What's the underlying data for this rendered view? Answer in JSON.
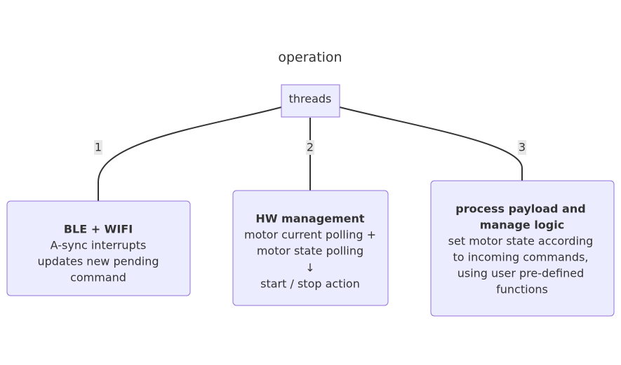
{
  "title": "operation",
  "root": {
    "label": "threads"
  },
  "edges": [
    {
      "label": "1"
    },
    {
      "label": "2"
    },
    {
      "label": "3"
    }
  ],
  "nodes": [
    {
      "heading": "BLE + WIFI",
      "lines": [
        "A-sync interrupts",
        "updates new pending",
        "command"
      ]
    },
    {
      "heading": "HW management",
      "lines": [
        "motor current polling +",
        "motor state polling",
        "↓",
        "start / stop action"
      ]
    },
    {
      "heading_lines": [
        "process payload and",
        "manage logic"
      ],
      "lines": [
        "set motor state according",
        "to incoming commands,",
        "using user pre-defined",
        "functions"
      ]
    }
  ],
  "colors": {
    "node_fill": "#ececff",
    "node_stroke": "#9370db",
    "edge": "#333333",
    "text": "#333333",
    "edge_label_bg": "#e8e8e8"
  }
}
